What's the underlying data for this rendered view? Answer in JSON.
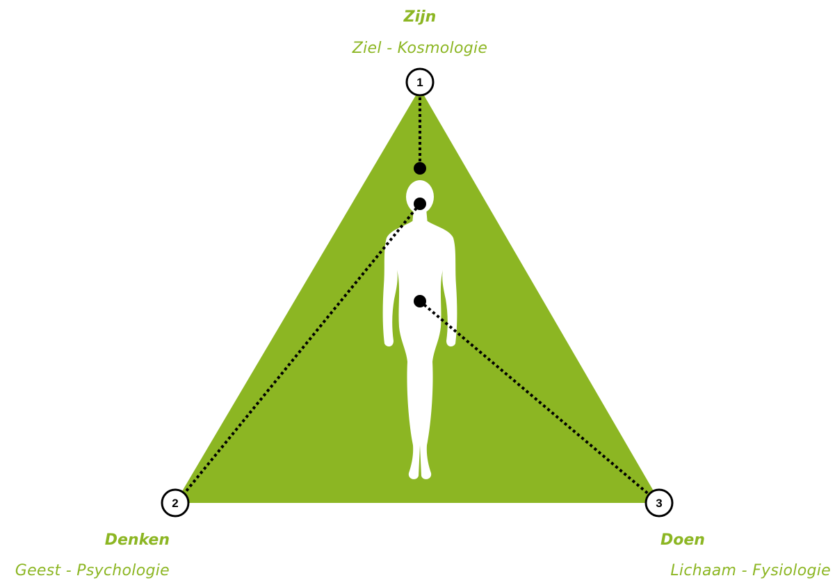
{
  "colors": {
    "accent": "#8cb623",
    "figure": "#ffffff",
    "line": "#000000"
  },
  "nodes": {
    "top": {
      "number": "1",
      "title": "Zijn",
      "subtitle": "Ziel - Kosmologie"
    },
    "left": {
      "number": "2",
      "title": "Denken",
      "subtitle": "Geest - Psychologie"
    },
    "right": {
      "number": "3",
      "title": "Doen",
      "subtitle": "Lichaam - Fysiologie"
    }
  }
}
